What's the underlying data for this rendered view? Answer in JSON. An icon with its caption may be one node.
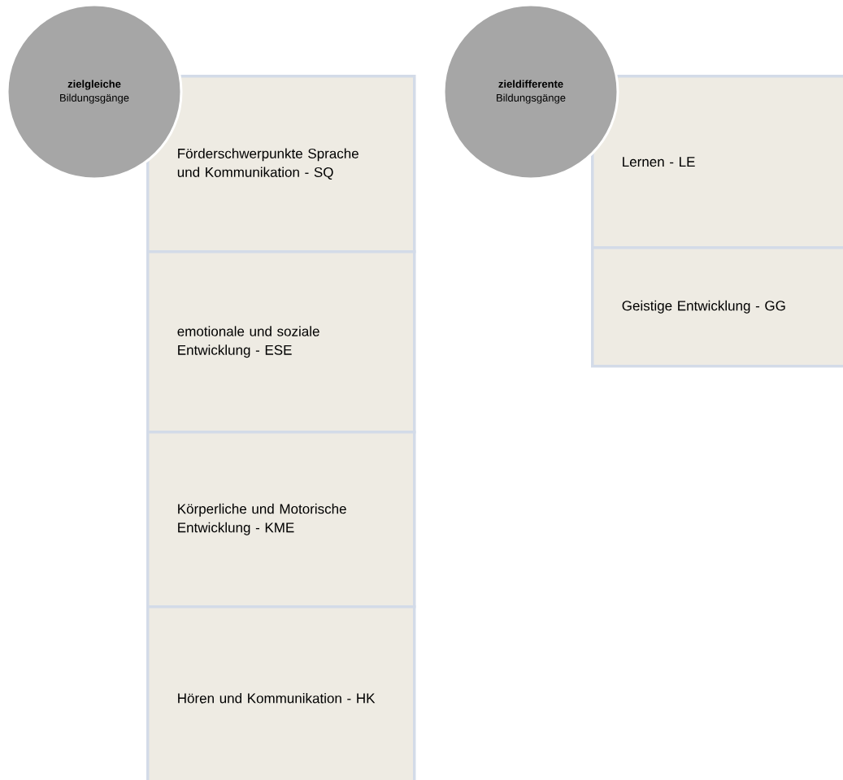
{
  "diagram": {
    "nodes": [
      {
        "text": [
          "**zielgleiche** Bildungsgänge"
        ]
      },
      {
        "text": [
          "Förderschwerpunkte Sprache und Kommunikation - SQ"
        ]
      },
      {
        "text": [
          "emotionale und soziale Entwicklung - ESE"
        ]
      },
      {
        "text": [
          "Körperliche und Motorische Entwicklung - KME"
        ]
      },
      {
        "text": [
          "Hören und Kommunikation - HK"
        ]
      },
      {
        "text": [
          "**zieldifferente** Bildungsgänge"
        ]
      },
      {
        "text": [
          "Lernen - LE"
        ]
      },
      {
        "text": [
          "Geistige Entwicklung - GG"
        ]
      }
    ],
    "edges": []
  }
}
